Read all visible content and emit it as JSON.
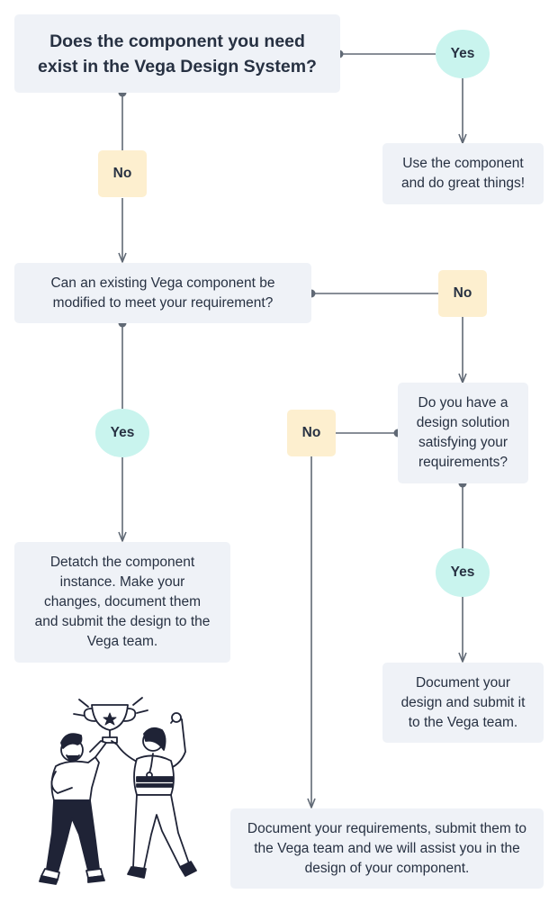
{
  "colors": {
    "box": "#eff2f7",
    "yes": "#c9f4ee",
    "no": "#fdefcf",
    "line": "#606975",
    "text": "#273142"
  },
  "nodes": {
    "question_exists": "Does the component you need exist in the Vega Design System?",
    "use_component": "Use the component and do great things!",
    "question_modify": "Can an existing Vega component be modified to meet your requirement?",
    "question_solution": "Do you have a design solution satisfying your requirements?",
    "detach_instance": "Detatch the component instance. Make your changes, document them and submit the design to the Vega team.",
    "document_design": "Document your design and submit it to the Vega team.",
    "document_requirements": "Document your requirements, submit them to the Vega team and we will assist you in the design of your component."
  },
  "labels": {
    "yes": "Yes",
    "no": "No"
  },
  "illustration": {
    "icon": "trophy-celebration-illustration"
  }
}
